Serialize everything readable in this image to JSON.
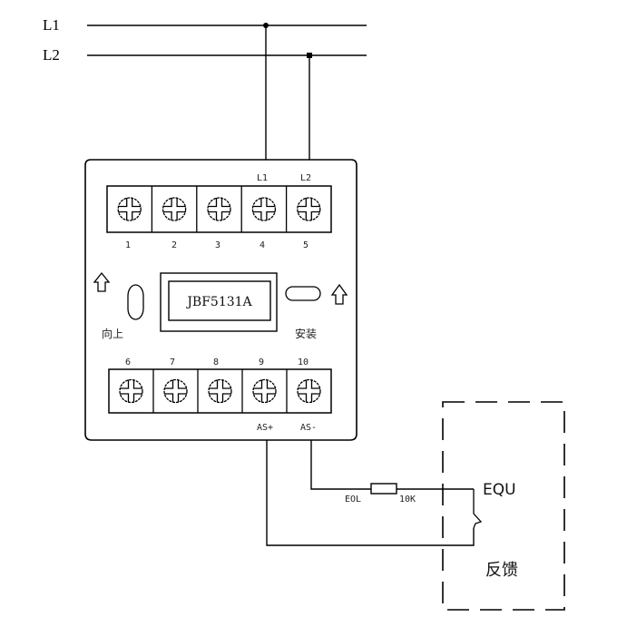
{
  "diagram": {
    "bus_lines": [
      {
        "id": "L1",
        "label": "L1"
      },
      {
        "id": "L2",
        "label": "L2"
      }
    ],
    "module": {
      "model": "JBF5131A",
      "top_terminals": [
        {
          "number": "1",
          "label": ""
        },
        {
          "number": "2",
          "label": ""
        },
        {
          "number": "3",
          "label": ""
        },
        {
          "number": "4",
          "label": "L1"
        },
        {
          "number": "5",
          "label": "L2"
        }
      ],
      "bottom_terminals": [
        {
          "number": "6",
          "label": ""
        },
        {
          "number": "7",
          "label": ""
        },
        {
          "number": "8",
          "label": ""
        },
        {
          "number": "9",
          "label": "AS+"
        },
        {
          "number": "10",
          "label": "AS-"
        }
      ],
      "left_caption": "向上",
      "right_caption": "安装"
    },
    "resistor": {
      "left_label": "EOL",
      "right_label": "10K"
    },
    "equipment": {
      "title": "EQU",
      "feedback_label": "反馈"
    },
    "colors": {
      "line": "#000000",
      "background": "#ffffff"
    }
  }
}
